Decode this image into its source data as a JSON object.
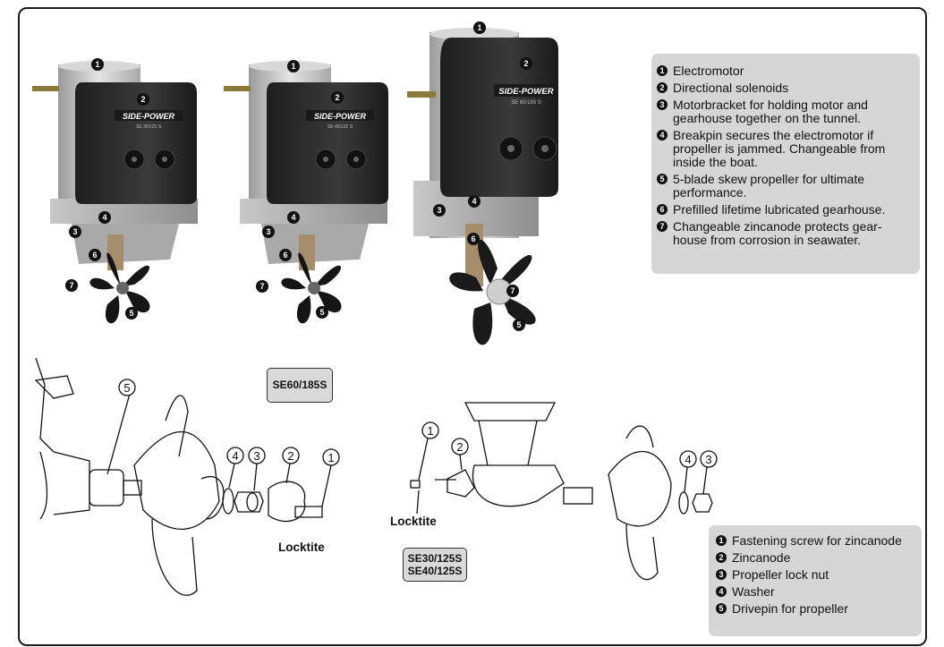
{
  "legend_top": {
    "items": [
      {
        "num": "1",
        "text": "Electromotor"
      },
      {
        "num": "2",
        "text": "Directional solenoids"
      },
      {
        "num": "3",
        "text": "Motorbracket for holding motor and gearhouse together on the tunnel."
      },
      {
        "num": "4",
        "text": "Breakpin secures the electromotor if propeller is jammed. Changeable from inside the boat."
      },
      {
        "num": "5",
        "text": "5-blade skew propeller for ultimate performance."
      },
      {
        "num": "6",
        "text": "Prefilled lifetime lubricated gearhouse."
      },
      {
        "num": "7",
        "text": "Changeable zincanode protects gear-house from corrosion in seawater."
      }
    ]
  },
  "legend_bottom": {
    "items": [
      {
        "num": "1",
        "text": "Fastening screw for zincanode"
      },
      {
        "num": "2",
        "text": "Zincanode"
      },
      {
        "num": "3",
        "text": "Propeller lock nut"
      },
      {
        "num": "4",
        "text": "Washer"
      },
      {
        "num": "5",
        "text": "Drivepin for propeller"
      }
    ]
  },
  "models": {
    "large": "SE60/185S",
    "small_line1": "SE30/125S",
    "small_line2": "SE40/125S"
  },
  "labels": {
    "locktite_left": "Locktite",
    "locktite_right": "Locktite",
    "brand": "SIDE-POWER",
    "thruster1_model": "SE 30/125 S",
    "thruster2_model": "SE 40/125 S",
    "thruster3_model": "SE 60/185 S"
  },
  "markers": {
    "one": "1",
    "two": "2",
    "three": "3",
    "four": "4",
    "five": "5",
    "six": "6",
    "seven": "7"
  }
}
